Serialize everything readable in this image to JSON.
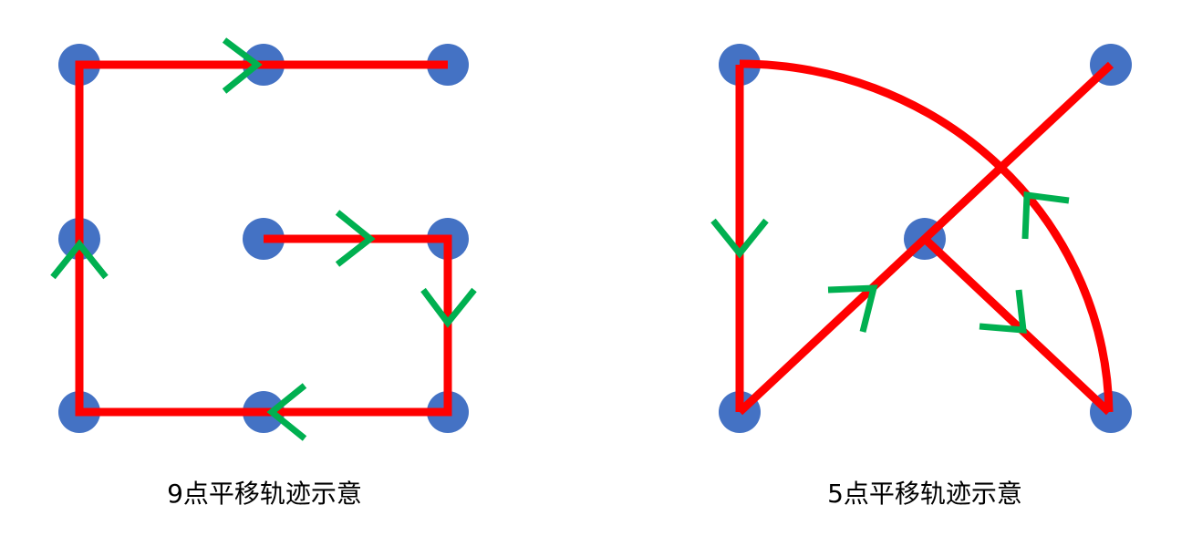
{
  "colors": {
    "point": "#4472C4",
    "path": "#FF0000",
    "arrow": "#00B050",
    "background": "#FFFFFF"
  },
  "diagrams": [
    {
      "caption": "9点平移轨迹示意",
      "points": 9
    },
    {
      "caption": "5点平移轨迹示意",
      "points": 5
    }
  ]
}
